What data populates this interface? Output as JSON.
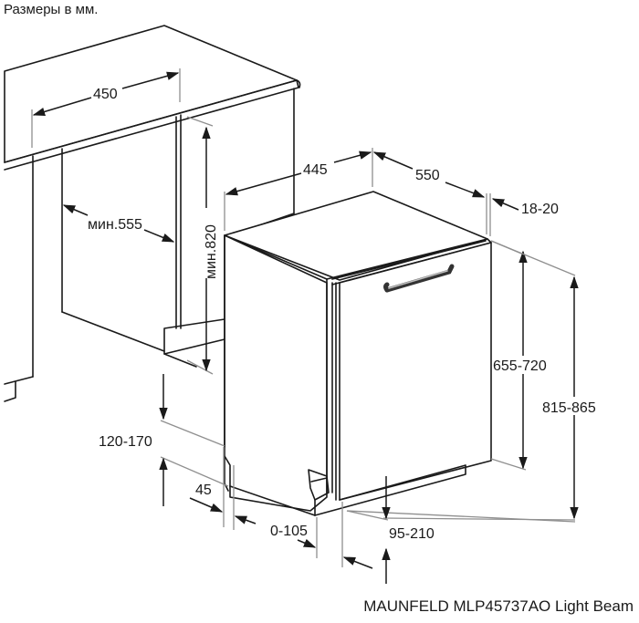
{
  "header": {
    "units_note": "Размеры в мм."
  },
  "caption": {
    "model": "MAUNFELD MLP45737AO Light Beam"
  },
  "diagram": {
    "type": "installation-dimensions",
    "subject": "built-in dishwasher",
    "colors": {
      "line": "#1a1a1a",
      "extension_line": "#8f8f8f",
      "background": "#ffffff"
    },
    "niche": {
      "width_label": "450",
      "depth_label": "мин.555",
      "height_label": "мин.820"
    },
    "appliance": {
      "width_label": "445",
      "depth_label": "550",
      "door_gap_label": "18-20",
      "door_height_label": "655-720",
      "total_height_label": "815-865",
      "plinth_height_label": "120-170",
      "plinth_offset_label": "45",
      "plinth_depth_label": "0-105",
      "door_bottom_label": "95-210"
    }
  }
}
